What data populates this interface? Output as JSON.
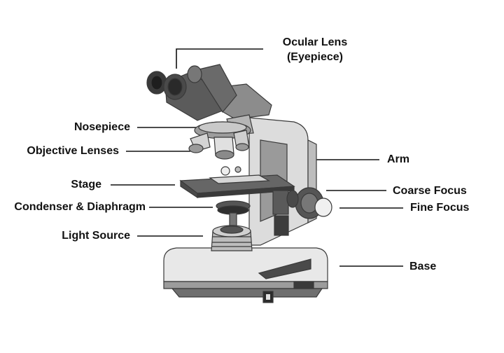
{
  "labels": {
    "ocular_line1": "Ocular Lens",
    "ocular_line2": "(Eyepiece)",
    "nosepiece": "Nosepiece",
    "objective": "Objective Lenses",
    "stage": "Stage",
    "condenser": "Condenser & Diaphragm",
    "light": "Light Source",
    "arm": "Arm",
    "coarse": "Coarse Focus",
    "fine": "Fine Focus",
    "base": "Base"
  },
  "colors": {
    "outline": "#3a3a3a",
    "light_gray": "#e4e4e4",
    "mid_gray": "#b0b0b0",
    "dark_gray": "#555555",
    "darkest": "#2c2c2c"
  }
}
